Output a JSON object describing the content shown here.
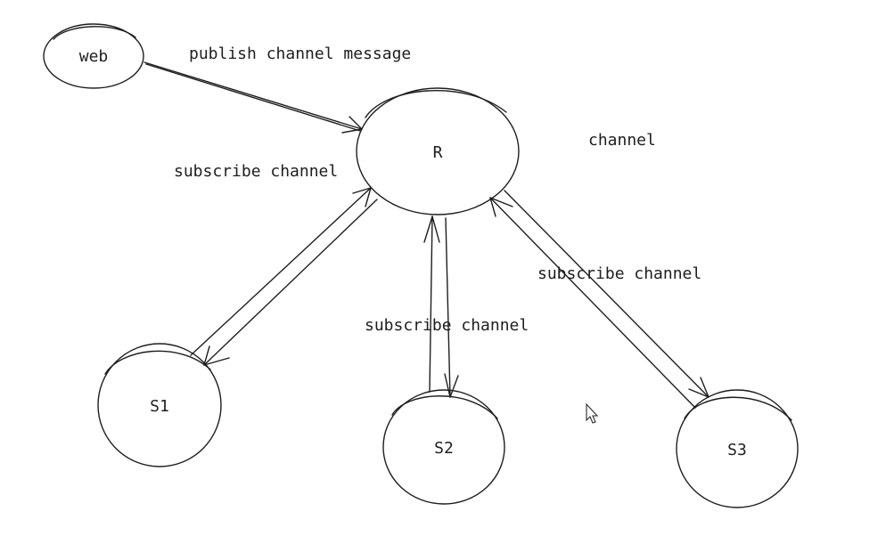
{
  "diagram": {
    "nodes": {
      "web": {
        "label": "web"
      },
      "r": {
        "label": "R"
      },
      "s1": {
        "label": "S1"
      },
      "s2": {
        "label": "S2"
      },
      "s3": {
        "label": "S3"
      }
    },
    "edge_labels": {
      "publish": "publish channel message",
      "channel": "channel",
      "subscribe_left": "subscribe channel",
      "subscribe_right": "subscribe channel",
      "subscribe_middle": "subscribe channel"
    },
    "edges": [
      {
        "from": "web",
        "to": "r"
      },
      {
        "from": "s1",
        "to": "r"
      },
      {
        "from": "r",
        "to": "s1"
      },
      {
        "from": "s2",
        "to": "r"
      },
      {
        "from": "r",
        "to": "s2"
      },
      {
        "from": "s3",
        "to": "r"
      },
      {
        "from": "r",
        "to": "s3"
      }
    ]
  },
  "colors": {
    "stroke": "#1e1e1e",
    "background": "#ffffff"
  }
}
